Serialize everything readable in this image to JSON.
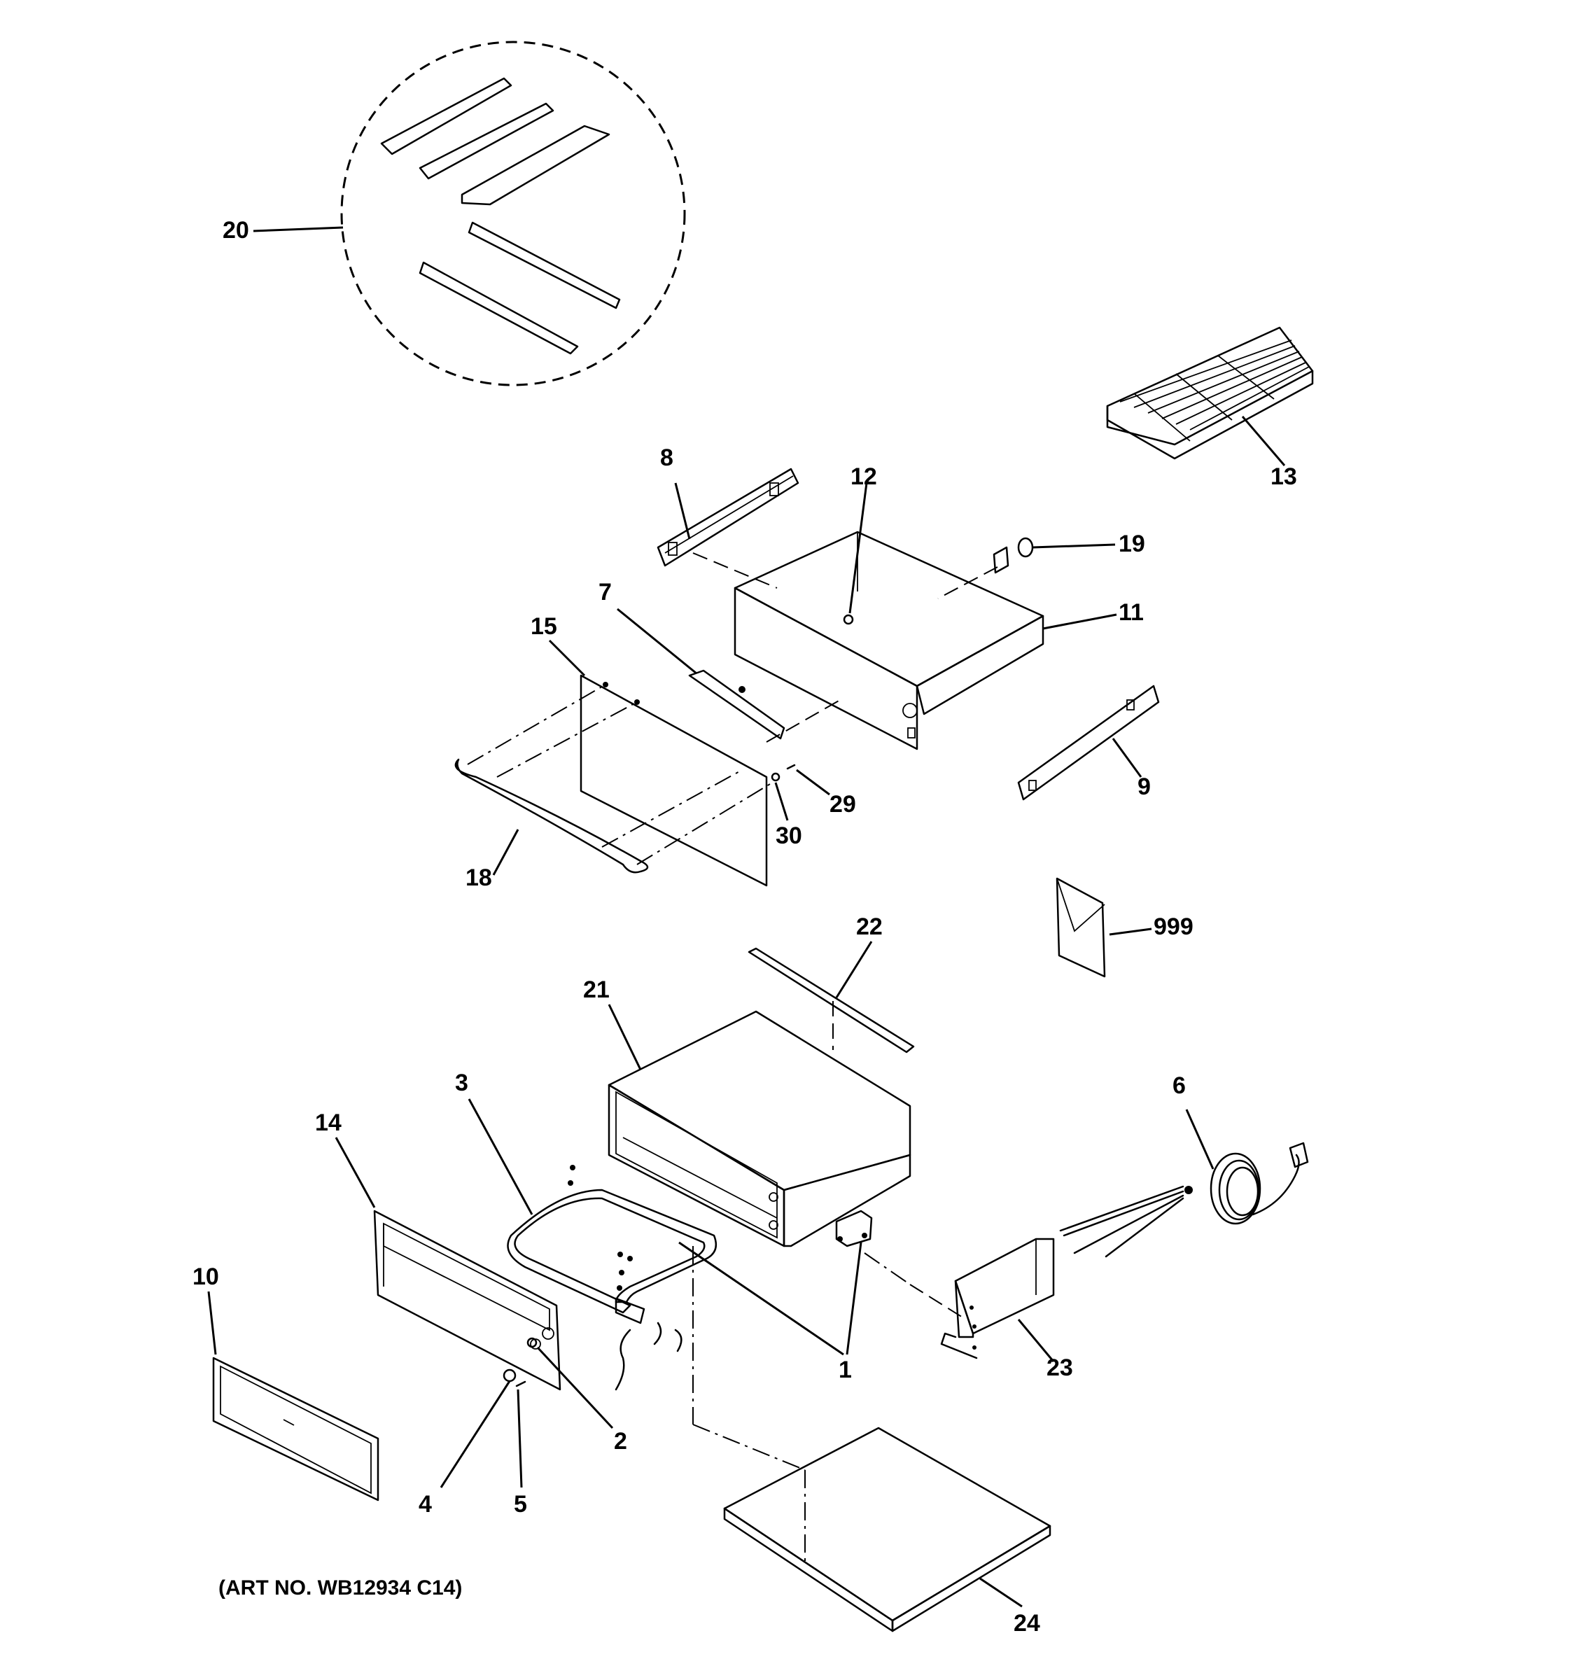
{
  "callouts": {
    "c1": "1",
    "c2": "2",
    "c3": "3",
    "c4": "4",
    "c5": "5",
    "c6": "6",
    "c7": "7",
    "c8": "8",
    "c9": "9",
    "c10": "10",
    "c11": "11",
    "c12": "12",
    "c13": "13",
    "c14": "14",
    "c15": "15",
    "c18": "18",
    "c19": "19",
    "c20": "20",
    "c21": "21",
    "c22": "22",
    "c23": "23",
    "c24": "24",
    "c29": "29",
    "c30": "30",
    "c999": "999"
  },
  "art_number": "(ART NO. WB12934 C14)"
}
